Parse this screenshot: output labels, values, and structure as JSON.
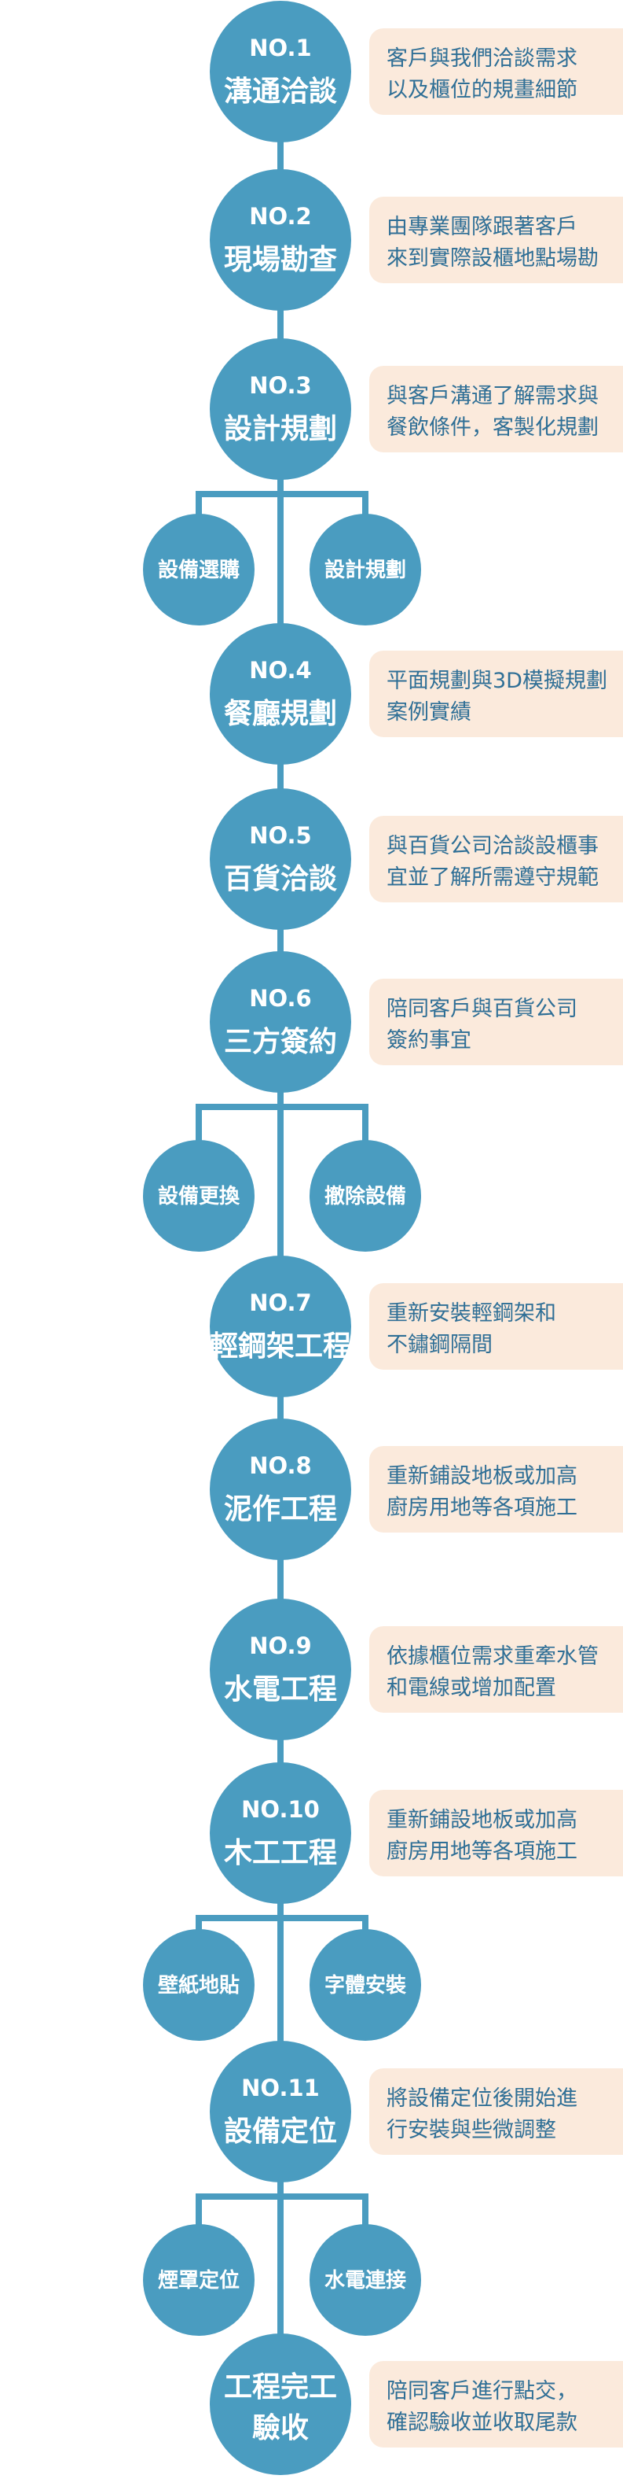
{
  "colors": {
    "accent": "#4a9cc0",
    "note_bg": "#fbeadc",
    "note_text": "#2f6f96"
  },
  "steps": [
    {
      "num": "NO.1",
      "title": "溝通洽談",
      "desc": [
        "客戶與我們洽談需求",
        "以及櫃位的規畫細節"
      ]
    },
    {
      "num": "NO.2",
      "title": "現場勘查",
      "desc": [
        "由專業團隊跟著客戶",
        "來到實際設櫃地點場勘"
      ]
    },
    {
      "num": "NO.3",
      "title": "設計規劃",
      "desc": [
        "與客戶溝通了解需求與",
        "餐飲條件，客製化規劃"
      ],
      "subs": [
        "設備選購",
        "設計規劃"
      ]
    },
    {
      "num": "NO.4",
      "title": "餐廳規劃",
      "desc": [
        "平面規劃與3D模擬規劃",
        "案例實績"
      ]
    },
    {
      "num": "NO.5",
      "title": "百貨洽談",
      "desc": [
        "與百貨公司洽談設櫃事",
        "宜並了解所需遵守規範"
      ]
    },
    {
      "num": "NO.6",
      "title": "三方簽約",
      "desc": [
        "陪同客戶與百貨公司",
        "簽約事宜"
      ],
      "subs": [
        "設備更換",
        "撤除設備"
      ]
    },
    {
      "num": "NO.7",
      "title": "輕鋼架工程",
      "desc": [
        "重新安裝輕鋼架和",
        "不鏽鋼隔間"
      ]
    },
    {
      "num": "NO.8",
      "title": "泥作工程",
      "desc": [
        "重新鋪設地板或加高",
        "廚房用地等各項施工"
      ]
    },
    {
      "num": "NO.9",
      "title": "水電工程",
      "desc": [
        "依據櫃位需求重牽水管",
        "和電線或增加配置"
      ]
    },
    {
      "num": "NO.10",
      "title": "木工工程",
      "desc": [
        "重新鋪設地板或加高",
        "廚房用地等各項施工"
      ],
      "subs": [
        "壁紙地貼",
        "字體安裝"
      ]
    },
    {
      "num": "NO.11",
      "title": "設備定位",
      "desc": [
        "將設備定位後開始進",
        "行安裝與些微調整"
      ],
      "subs": [
        "煙罩定位",
        "水電連接"
      ]
    },
    {
      "num": "",
      "title": "工程完工",
      "title2": "驗收",
      "desc": [
        "陪同客戶進行點交，",
        "確認驗收並收取尾款"
      ]
    }
  ]
}
